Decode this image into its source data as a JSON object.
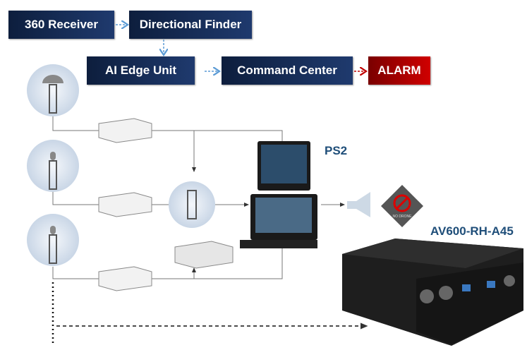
{
  "flow": {
    "receiver": "360 Receiver",
    "finder": "Directional Finder",
    "edge": "AI Edge Unit",
    "command": "Command Center",
    "alarm": "ALARM"
  },
  "labels": {
    "ps2": "PS2",
    "av600": "AV600-RH-A45"
  },
  "sign_text": "NO DRONE",
  "colors": {
    "box": "#13284f",
    "alarm": "#b00000",
    "arrow_blue": "#5b9bd5",
    "arrow_red": "#c00000"
  }
}
